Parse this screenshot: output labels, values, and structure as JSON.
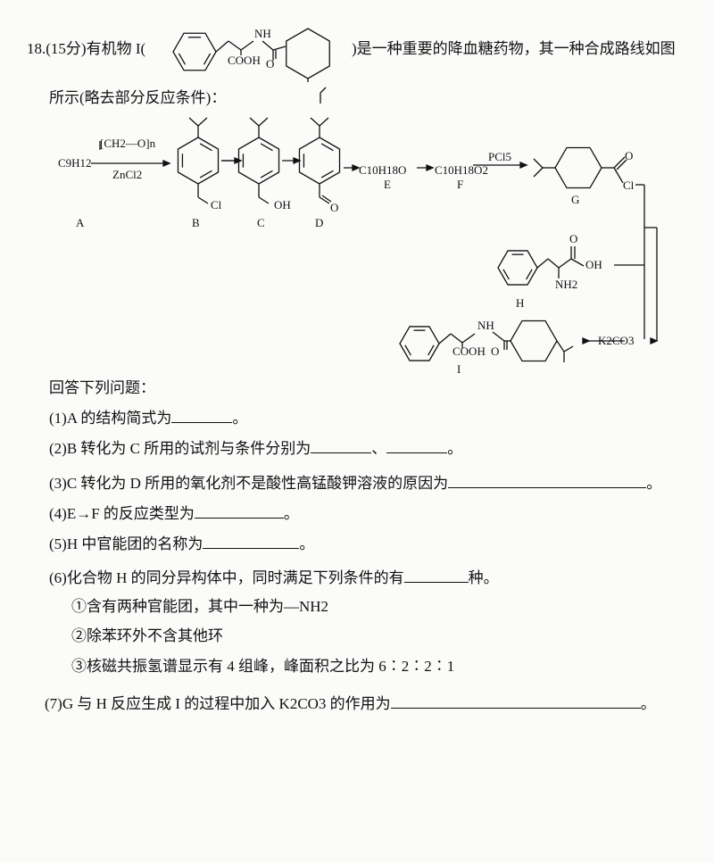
{
  "question": {
    "number": "18.",
    "points": "(15分)",
    "intro_before": "有机物 I(",
    "intro_after": ")是一种重要的降血糖药物，其一种合成路线如图",
    "intro_line2": "所示(略去部分反应条件)："
  },
  "scheme": {
    "A_formula": "C9H12",
    "reagent_above": "[CH2—O]n",
    "reagent_below": "ZnCl2",
    "E_formula": "C10H18O",
    "F_formula": "C10H18O2",
    "pcl5": "PCl5",
    "k2co3": "K2CO3",
    "labels": {
      "A": "A",
      "B": "B",
      "C": "C",
      "D": "D",
      "E": "E",
      "F": "F",
      "G": "G",
      "H": "H",
      "I": "I"
    },
    "atoms": {
      "Cl": "Cl",
      "OH": "OH",
      "O": "O",
      "NH": "NH",
      "COOH": "COOH",
      "NH2": "NH2"
    }
  },
  "prompt": "回答下列问题：",
  "items": [
    {
      "pre": "(1)A 的结构简式为",
      "post": "。"
    },
    {
      "pre": "(2)B 转化为 C 所用的试剂与条件分别为",
      "mid": "、",
      "post": "。"
    },
    {
      "pre": "(3)C 转化为 D 所用的氧化剂不是酸性高锰酸钾溶液的原因为",
      "post": "。"
    },
    {
      "pre": "(4)E→F 的反应类型为",
      "post": "。"
    },
    {
      "pre": "(5)H 中官能团的名称为",
      "post": "。"
    },
    {
      "pre": "(6)化合物 H 的同分异构体中，同时满足下列条件的有",
      "post": "种。"
    },
    {
      "pre": "(7)G 与 H 反应生成 I 的过程中加入 K2CO3 的作用为",
      "post": "。"
    }
  ],
  "conditions": [
    "①含有两种官能团，其中一种为—NH2",
    "②除苯环外不含其他环",
    "③核磁共振氢谱显示有 4 组峰，峰面积之比为 6∶2∶2∶1"
  ]
}
